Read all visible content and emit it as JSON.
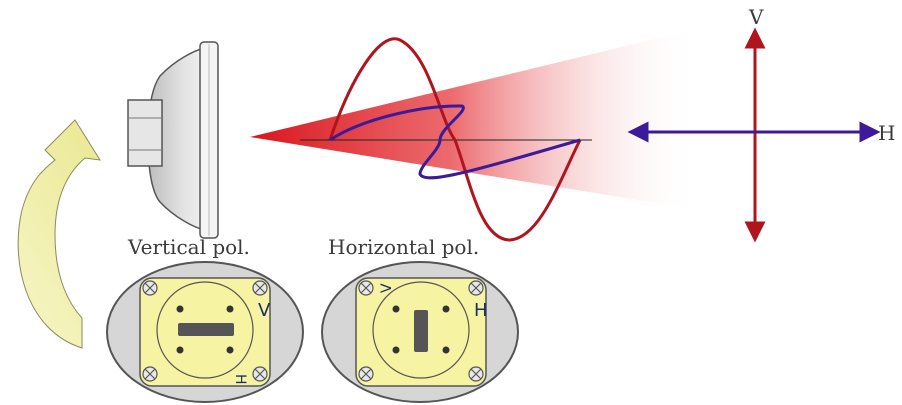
{
  "labels": {
    "vertical_pol": "Vertical pol.",
    "horizontal_pol": "Horizontal pol.",
    "axis_v": "V",
    "axis_h": "H",
    "flange_left_mark": "V",
    "flange_left_bottom_mark": "H",
    "flange_right_mark": "H",
    "flange_right_top_mark": "V"
  },
  "colors": {
    "beam": "#d8151b",
    "red_wave": "#b0141c",
    "blue_wave": "#3c1a9a",
    "flange_fill": "#f6f3a3",
    "plate_fill": "#d6d6d6",
    "curved_arrow": "#f4f2b8",
    "slot": "#555555"
  },
  "icons": {
    "antenna": "parabolic-dish-antenna-icon",
    "rotate": "curved-rotate-arrow-icon",
    "screw": "screw-icon"
  }
}
